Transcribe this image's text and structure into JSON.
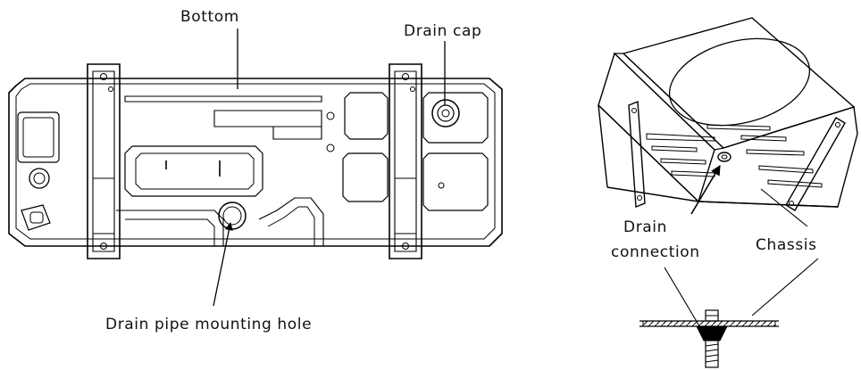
{
  "labels": {
    "bottom": "Bottom",
    "drain_cap": "Drain cap",
    "drain_pipe_hole": "Drain pipe mounting hole",
    "drain_connection_line1": "Drain",
    "drain_connection_line2": "connection",
    "chassis": "Chassis"
  },
  "colors": {
    "line": "#000000",
    "background": "#ffffff"
  }
}
